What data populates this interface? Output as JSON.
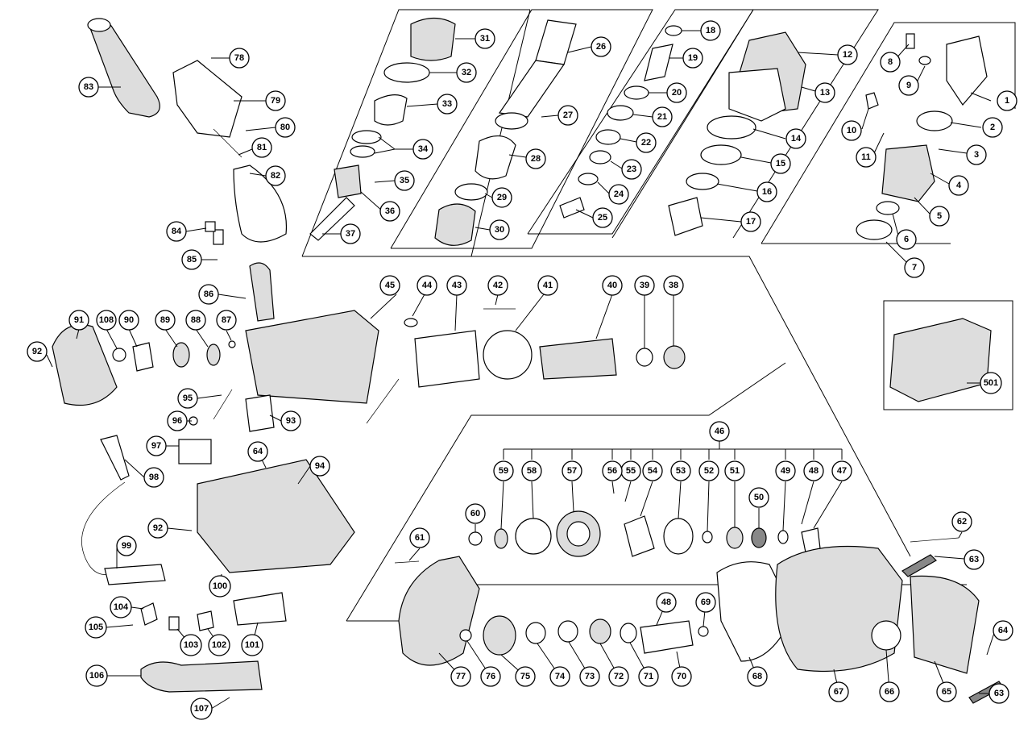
{
  "callouts": {
    "c1": "1",
    "c2": "2",
    "c3": "3",
    "c4": "4",
    "c5": "5",
    "c6": "6",
    "c7": "7",
    "c8": "8",
    "c9": "9",
    "c10": "10",
    "c11": "11",
    "c12": "12",
    "c13": "13",
    "c14": "14",
    "c15": "15",
    "c16": "16",
    "c17": "17",
    "c18": "18",
    "c19": "19",
    "c20": "20",
    "c21": "21",
    "c22": "22",
    "c23": "23",
    "c24": "24",
    "c25": "25",
    "c26": "26",
    "c27": "27",
    "c28": "28",
    "c29": "29",
    "c30": "30",
    "c31": "31",
    "c32": "32",
    "c33": "33",
    "c34": "34",
    "c35": "35",
    "c36": "36",
    "c37": "37",
    "c38": "38",
    "c39": "39",
    "c40": "40",
    "c41": "41",
    "c42": "42",
    "c43": "43",
    "c44": "44",
    "c45": "45",
    "c46": "46",
    "c47": "47",
    "c48a": "48",
    "c48b": "48",
    "c49": "49",
    "c50": "50",
    "c51": "51",
    "c52": "52",
    "c53": "53",
    "c54": "54",
    "c55": "55",
    "c56": "56",
    "c57": "57",
    "c58": "58",
    "c59": "59",
    "c60": "60",
    "c61": "61",
    "c62": "62",
    "c63a": "63",
    "c63b": "63",
    "c64a": "64",
    "c64b": "64",
    "c65": "65",
    "c66": "66",
    "c67": "67",
    "c68": "68",
    "c69": "69",
    "c70": "70",
    "c71": "71",
    "c72": "72",
    "c73": "73",
    "c74": "74",
    "c75": "75",
    "c76": "76",
    "c77": "77",
    "c78": "78",
    "c79": "79",
    "c80": "80",
    "c81": "81",
    "c82": "82",
    "c83": "83",
    "c84": "84",
    "c85": "85",
    "c86": "86",
    "c87": "87",
    "c88": "88",
    "c89": "89",
    "c90": "90",
    "c91": "91",
    "c92a": "92",
    "c92b": "92",
    "c93": "93",
    "c94": "94",
    "c95": "95",
    "c96": "96",
    "c97": "97",
    "c98": "98",
    "c99": "99",
    "c100": "100",
    "c101": "101",
    "c102": "102",
    "c103": "103",
    "c104": "104",
    "c105": "105",
    "c106": "106",
    "c107": "107",
    "c108": "108",
    "c501": "501"
  }
}
